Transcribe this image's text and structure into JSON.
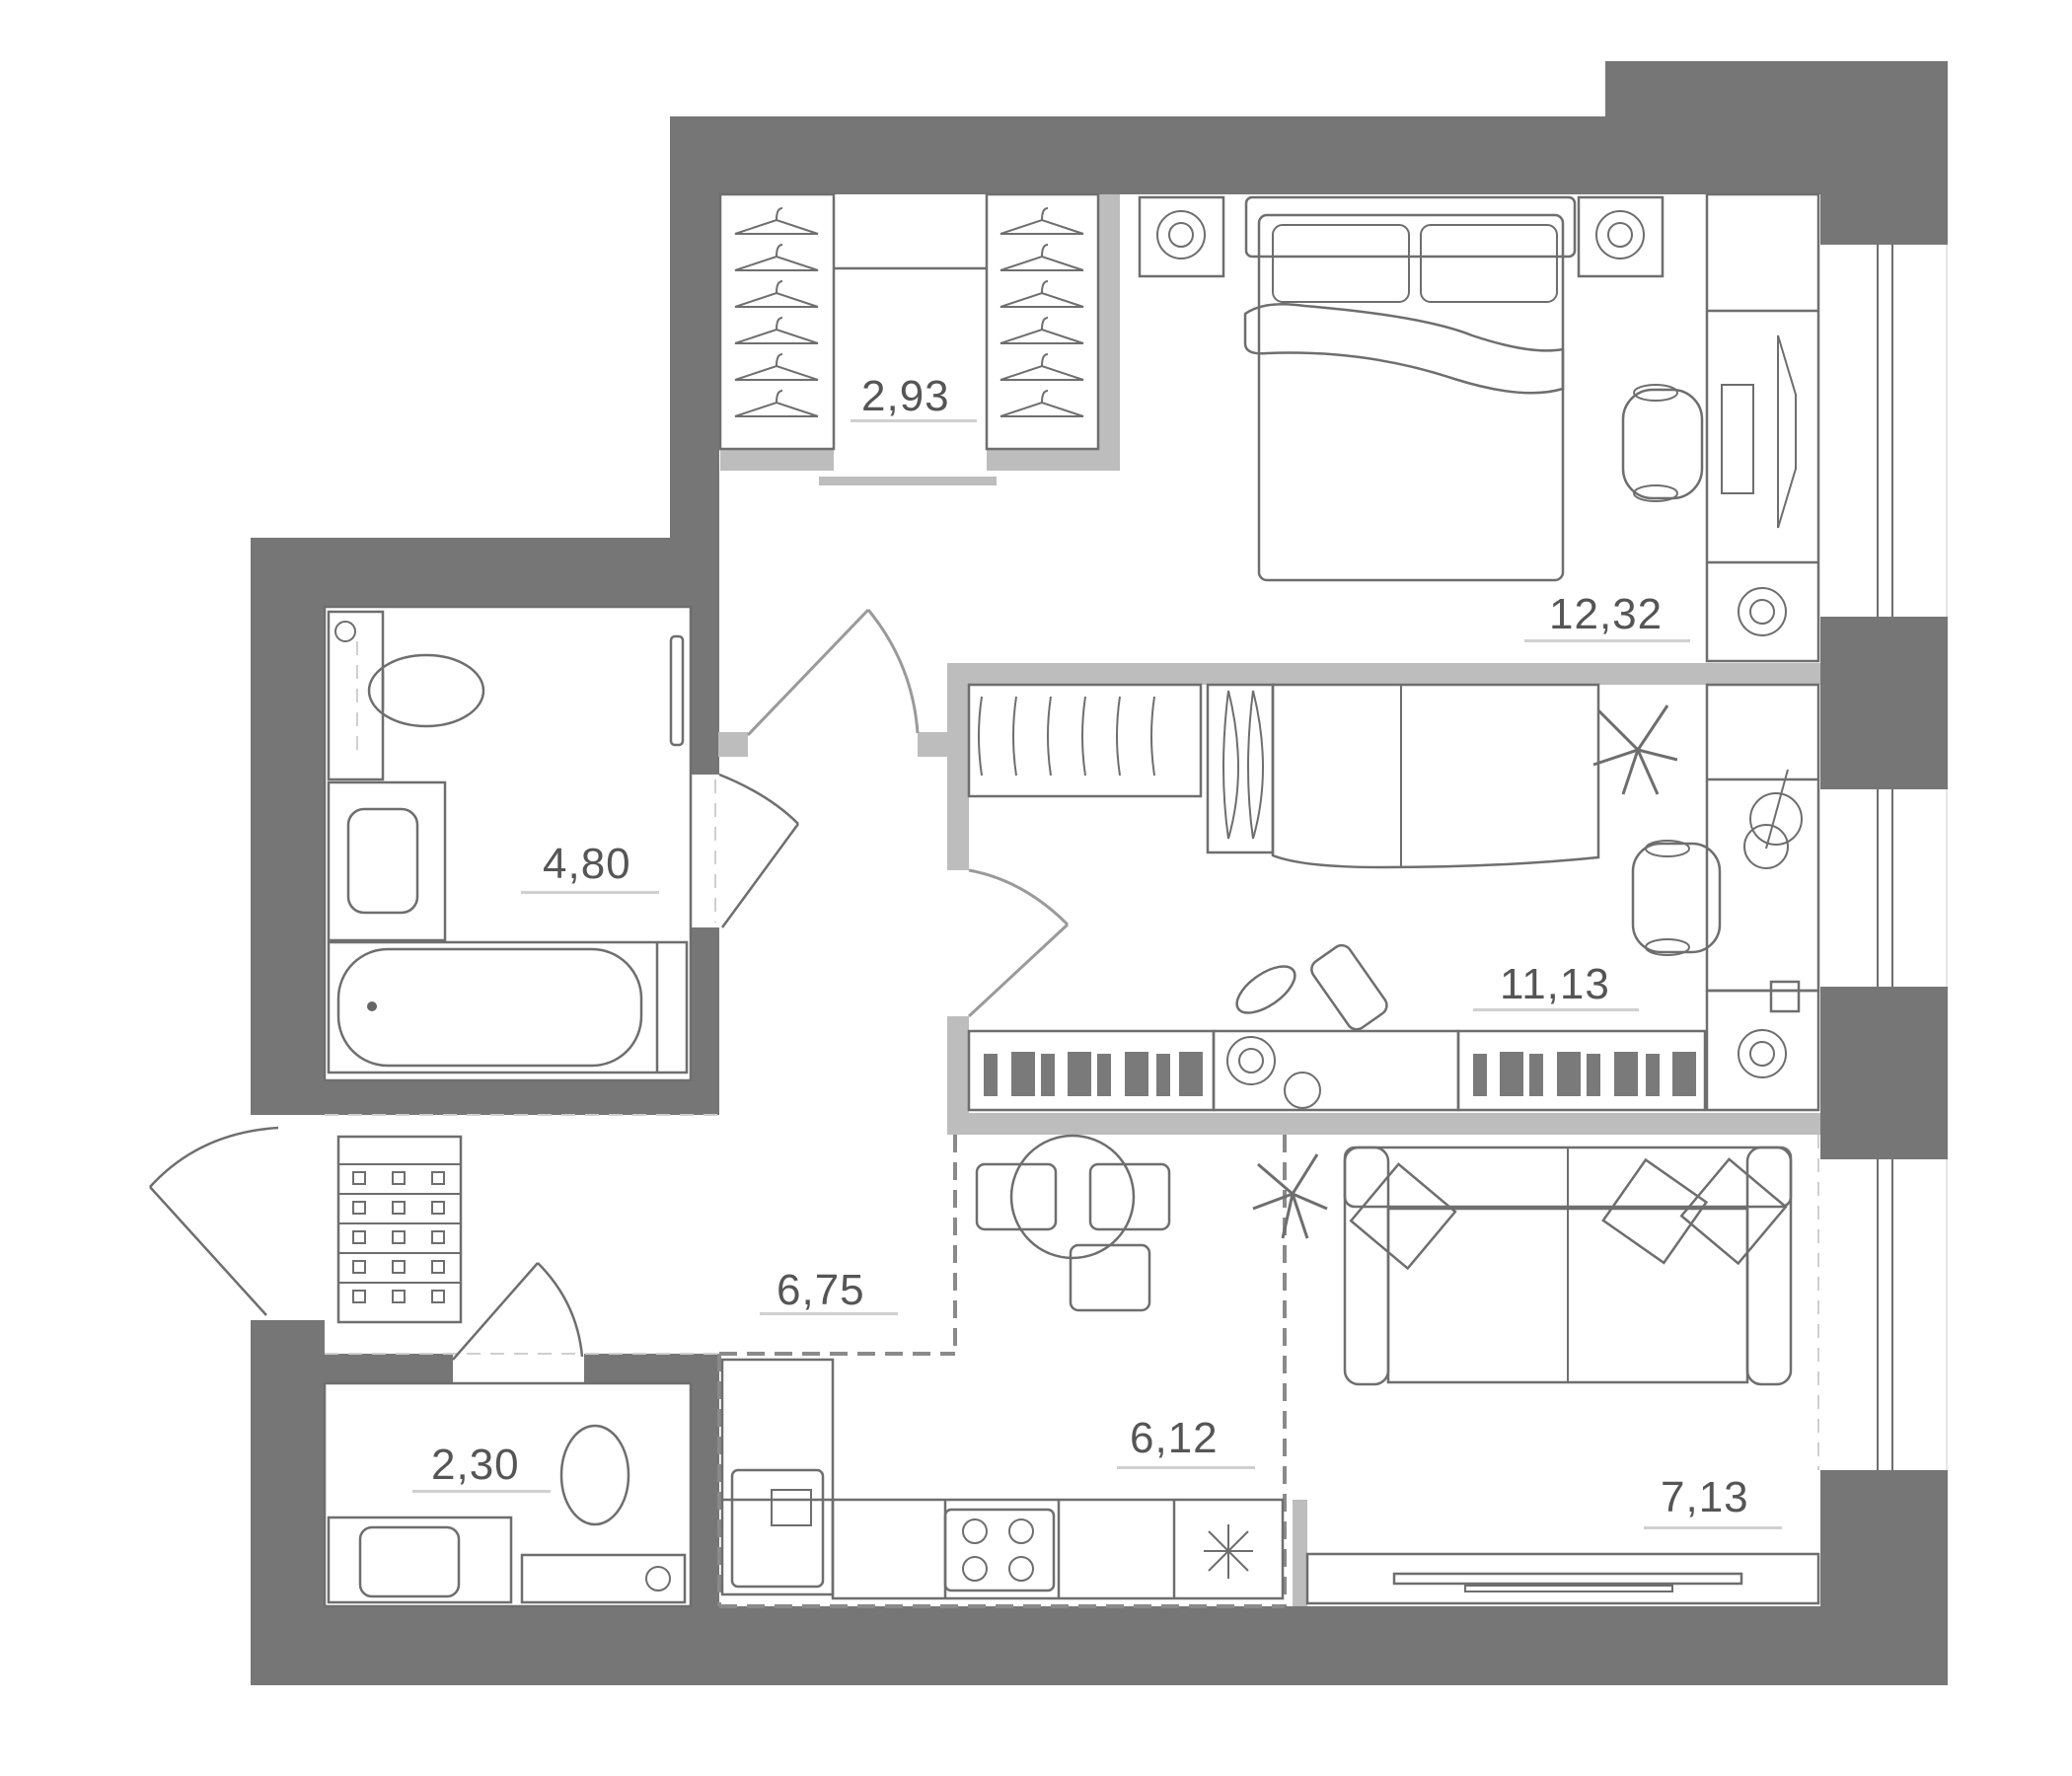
{
  "plan": {
    "title": "Apartment floor plan",
    "units": "m²",
    "colors": {
      "outer_wall": "#767676",
      "partition_wall": "#bdbdbd",
      "line": "#6e6e6e",
      "label_text": "#555555",
      "background": "#ffffff"
    }
  },
  "rooms": [
    {
      "id": "walk-in-closet",
      "type": "wardrobe",
      "area": "2,93"
    },
    {
      "id": "bedroom",
      "type": "bedroom",
      "area": "12,32"
    },
    {
      "id": "bathroom",
      "type": "bathroom",
      "area": "4,80"
    },
    {
      "id": "kids-room",
      "type": "children-room",
      "area": "11,13"
    },
    {
      "id": "hallway",
      "type": "hallway",
      "area": "6,75"
    },
    {
      "id": "kitchen",
      "type": "kitchen",
      "area": "6,12"
    },
    {
      "id": "toilet",
      "type": "wc",
      "area": "2,30"
    },
    {
      "id": "living-room",
      "type": "living-room",
      "area": "7,13"
    }
  ],
  "furniture_icons": [
    "hanger-icon",
    "bed-icon",
    "nightstand-icon",
    "desk-icon",
    "monitor-icon",
    "office-chair-icon",
    "toilet-icon",
    "sink-icon",
    "bathtub-icon",
    "washing-machine-icon",
    "towel-rail-icon",
    "single-bed-icon",
    "plant-icon",
    "guitar-icon",
    "toy-car-icon",
    "toy-boat-icon",
    "bookshelf-icon",
    "rug-icon",
    "dining-table-icon",
    "dining-chair-icon",
    "kitchen-sink-icon",
    "stove-icon",
    "sofa-icon",
    "tv-stand-icon",
    "flower-decor-icon",
    "shower-tray-icon",
    "window-icon",
    "door-icon"
  ]
}
